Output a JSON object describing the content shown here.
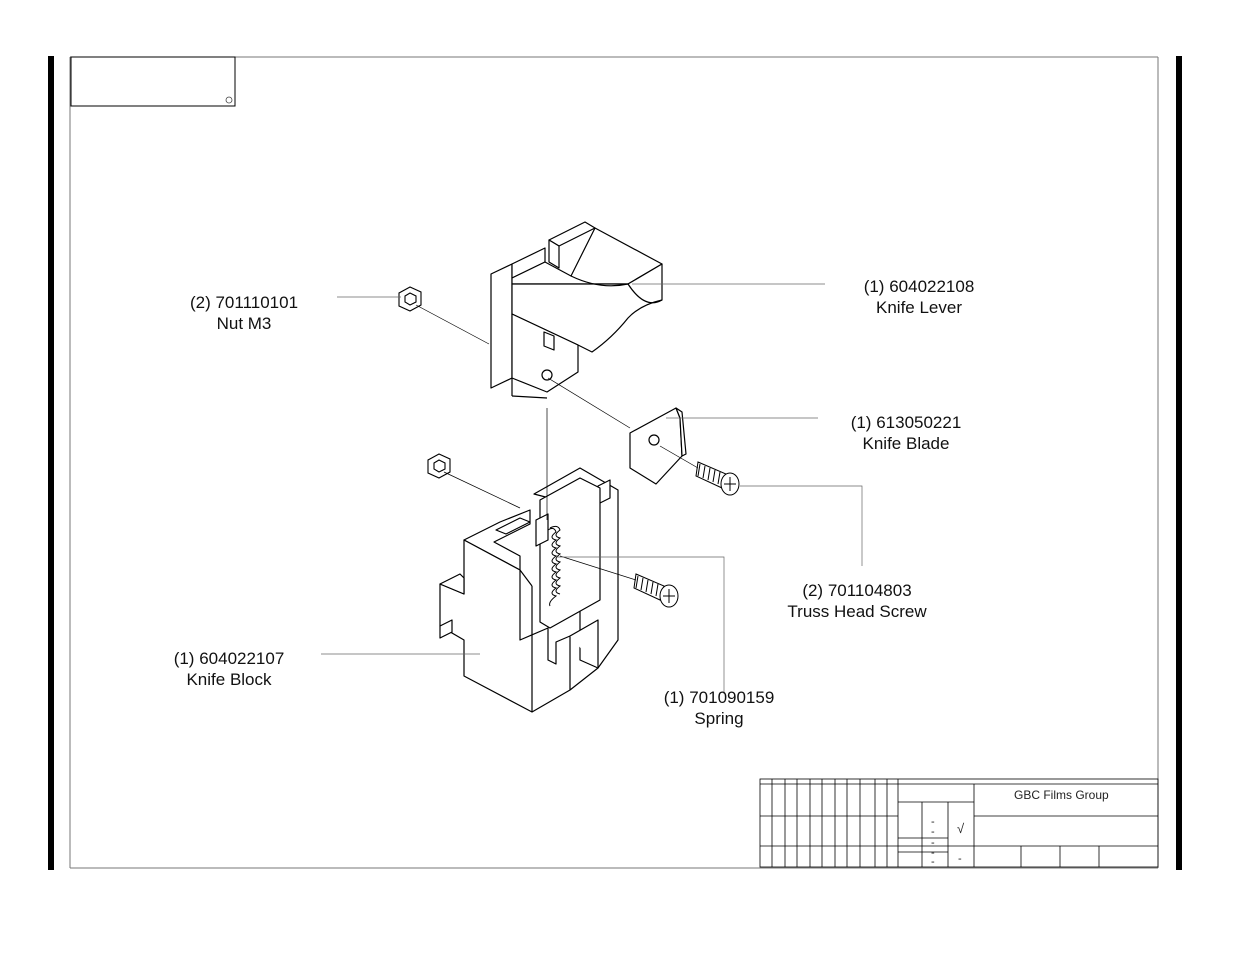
{
  "callouts": [
    {
      "id": "nut",
      "qty": "(2)",
      "part": "701110101",
      "name": "Nut M3"
    },
    {
      "id": "knife-lever",
      "qty": "(1)",
      "part": "604022108",
      "name": "Knife Lever"
    },
    {
      "id": "knife-blade",
      "qty": "(1)",
      "part": "613050221",
      "name": "Knife Blade"
    },
    {
      "id": "truss-screw",
      "qty": "(2)",
      "part": "701104803",
      "name": "Truss Head Screw"
    },
    {
      "id": "knife-block",
      "qty": "(1)",
      "part": "604022107",
      "name": "Knife Block"
    },
    {
      "id": "spring",
      "qty": "(1)",
      "part": "701090159",
      "name": "Spring"
    }
  ],
  "title_block": {
    "company": "GBC Films Group",
    "check_mark": "√",
    "dash": "-"
  }
}
